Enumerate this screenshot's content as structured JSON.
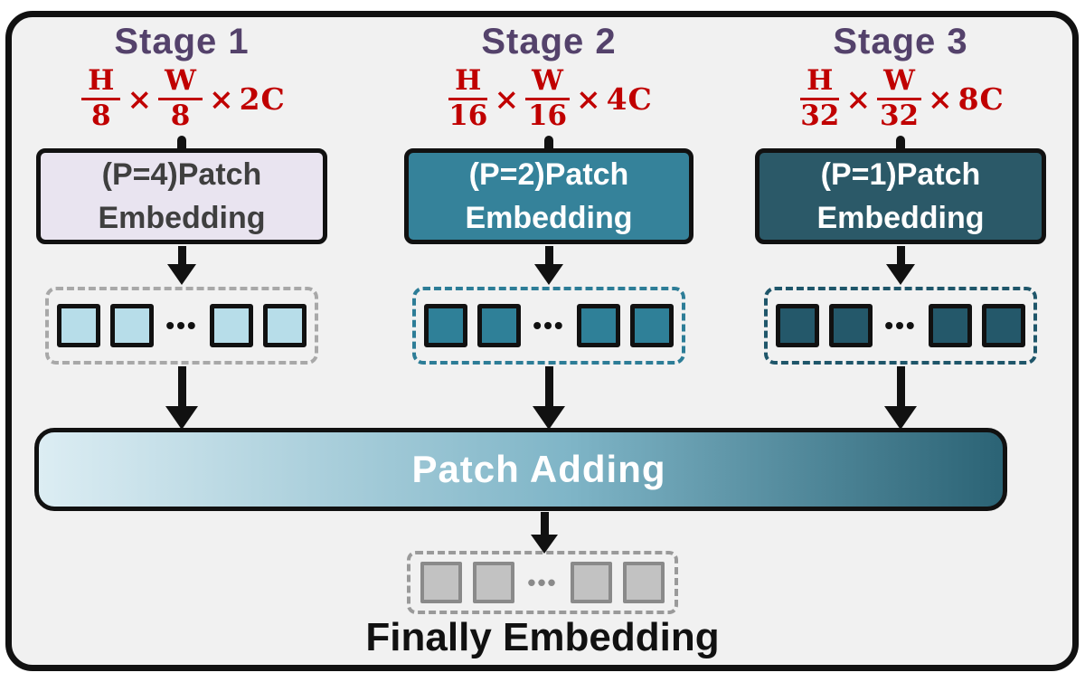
{
  "diagram": {
    "accent": {
      "title_color": "#54426B",
      "formula_color": "#C00000",
      "frame_bg": "#F1F1F1",
      "frame_border": "#111111"
    },
    "stages": [
      {
        "title": "Stage 1",
        "formula": {
          "num1": "H",
          "den1": "8",
          "times1": "×",
          "num2": "W",
          "den2": "8",
          "times2": "×",
          "channels": "2C"
        },
        "embed_label": "(P=4)Patch Embedding",
        "dots": "•••",
        "colors": {
          "box_fill": "#E9E4F0",
          "box_text": "#3F3F3F",
          "box_border": "#111111",
          "square_fill": "#B7DDE9",
          "square_border": "#111111",
          "row_border": "#A8A8A8",
          "dot_color": "#111111"
        }
      },
      {
        "title": "Stage 2",
        "formula": {
          "num1": "H",
          "den1": "16",
          "times1": "×",
          "num2": "W",
          "den2": "16",
          "times2": "×",
          "channels": "4C"
        },
        "embed_label": "(P=2)Patch Embedding",
        "dots": "•••",
        "colors": {
          "box_fill": "#35829A",
          "box_text": "#FFFFFF",
          "box_border": "#111111",
          "square_fill": "#2F8098",
          "square_border": "#111111",
          "row_border": "#2D7D97",
          "dot_color": "#111111"
        }
      },
      {
        "title": "Stage 3",
        "formula": {
          "num1": "H",
          "den1": "32",
          "times1": "×",
          "num2": "W",
          "den2": "32",
          "times2": "×",
          "channels": "8C"
        },
        "embed_label": "(P=1)Patch Embedding",
        "dots": "•••",
        "colors": {
          "box_fill": "#2B5968",
          "box_text": "#FFFFFF",
          "box_border": "#111111",
          "square_fill": "#24586A",
          "square_border": "#111111",
          "row_border": "#1F566A",
          "dot_color": "#111111"
        }
      }
    ],
    "patch_adding": {
      "label": "Patch Adding",
      "colors": {
        "gradient_start": "#DCEDF3",
        "gradient_mid": "#7FB5C7",
        "gradient_end": "#2B6375"
      }
    },
    "final_embedding": {
      "label": "Finally Embedding",
      "dots": "•••",
      "colors": {
        "square_fill": "#C2C2C2",
        "square_border": "#8A8A8A",
        "row_border": "#9A9A9A",
        "dot_color": "#8A8A8A"
      }
    }
  }
}
